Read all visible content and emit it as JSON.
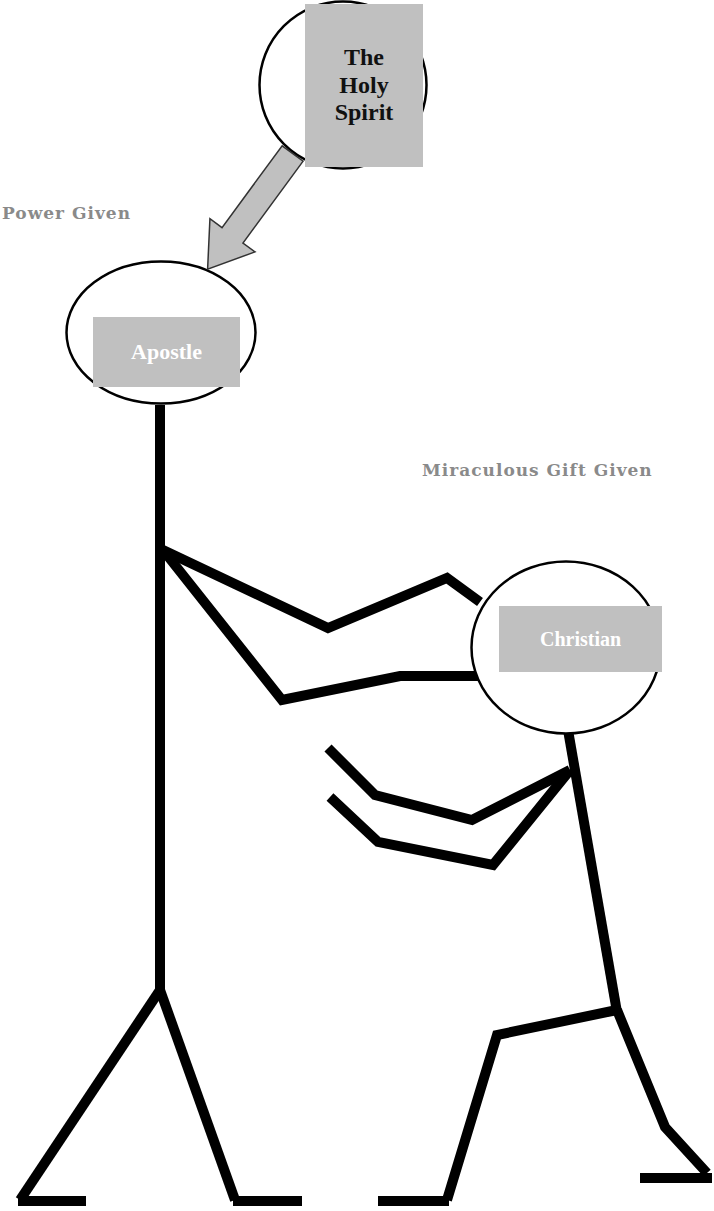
{
  "diagram": {
    "nodes": [
      {
        "text": [
          "The Holy Spirit"
        ]
      },
      {
        "text": [
          "Apostle"
        ]
      },
      {
        "text": [
          "Christian"
        ]
      }
    ],
    "edges": [
      {
        "from": 0,
        "to": 1,
        "arrow": "to",
        "label": "Power Given"
      }
    ],
    "labels": [
      "Miraculous Gift Given"
    ]
  }
}
